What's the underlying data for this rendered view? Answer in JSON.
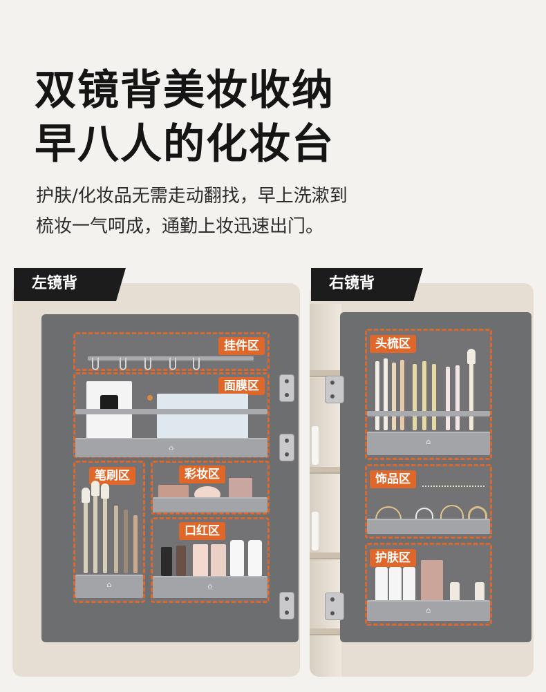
{
  "headline": {
    "line1": "双镜背美妆收纳",
    "line2": "早八人的化妆台"
  },
  "subtext": {
    "line1": "护肤/化妆品无需走动翻找，早上洗漱到",
    "line2": "梳妆一气呵成，通勤上妆迅速出门。"
  },
  "left_cabinet": {
    "tag": "左镜背",
    "zones": {
      "hook": "挂件区",
      "mask": "面膜区",
      "brush": "笔刷区",
      "makeup": "彩妆区",
      "lipstick": "口红区"
    }
  },
  "right_cabinet": {
    "tag": "右镜背",
    "zones": {
      "comb": "头梳区",
      "jewelry": "饰品区",
      "skincare": "护肤区"
    }
  },
  "colors": {
    "accent": "#e0672a",
    "panel": "#6d6e70",
    "tag_bg": "#1c1c1c",
    "cabinet": "#e6ded3"
  }
}
